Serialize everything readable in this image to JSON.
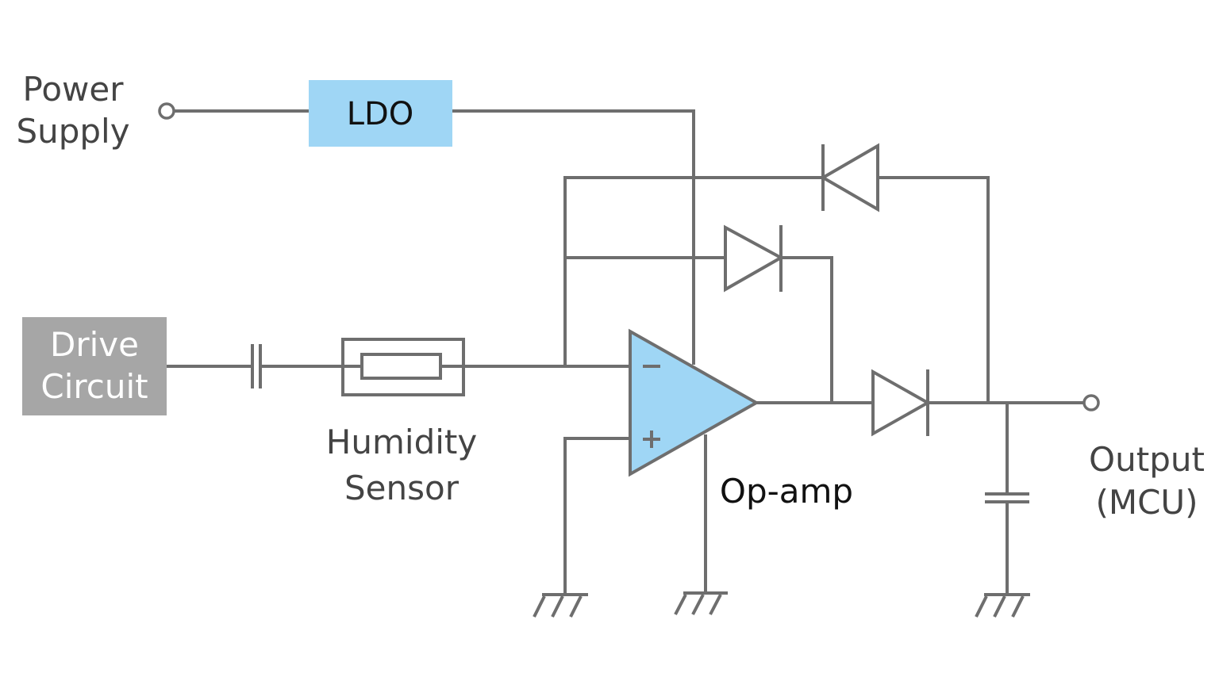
{
  "labels": {
    "power_supply": [
      "Power",
      "Supply"
    ],
    "ldo": "LDO",
    "drive_circuit": [
      "Drive",
      "Circuit"
    ],
    "humidity_sensor": [
      "Humidity",
      "Sensor"
    ],
    "op_amp": "Op-amp",
    "output": [
      "Output",
      "(MCU)"
    ],
    "opamp_minus": "−",
    "opamp_plus": "+"
  },
  "colors": {
    "wire": "#6e6e6e",
    "ldo_fill": "#9fd6f5",
    "opamp_fill": "#9fd6f5",
    "drive_fill": "#a6a6a6",
    "text": "#444444"
  }
}
